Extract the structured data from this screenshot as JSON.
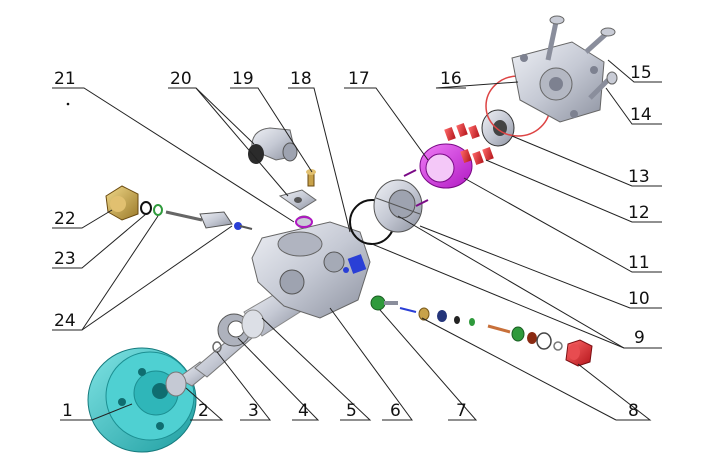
{
  "callouts": [
    {
      "id": "1",
      "label": "1"
    },
    {
      "id": "2",
      "label": "2"
    },
    {
      "id": "3",
      "label": "3"
    },
    {
      "id": "4",
      "label": "4"
    },
    {
      "id": "5",
      "label": "5"
    },
    {
      "id": "6",
      "label": "6"
    },
    {
      "id": "7",
      "label": "7"
    },
    {
      "id": "8",
      "label": "8"
    },
    {
      "id": "9",
      "label": "9"
    },
    {
      "id": "10",
      "label": "10"
    },
    {
      "id": "11",
      "label": "11"
    },
    {
      "id": "12",
      "label": "12"
    },
    {
      "id": "13",
      "label": "13"
    },
    {
      "id": "14",
      "label": "14"
    },
    {
      "id": "15",
      "label": "15"
    },
    {
      "id": "16",
      "label": "16"
    },
    {
      "id": "17",
      "label": "17"
    },
    {
      "id": "18",
      "label": "18"
    },
    {
      "id": "19",
      "label": "19"
    },
    {
      "id": "20",
      "label": "20"
    },
    {
      "id": "21",
      "label": "21"
    },
    {
      "id": "22",
      "label": "22"
    },
    {
      "id": "23",
      "label": "23"
    },
    {
      "id": "24",
      "label": "24"
    }
  ],
  "colors": {
    "pulley": "#3fc6c8",
    "pulley_dark": "#1c8f92",
    "metal": "#c9ccd6",
    "metal_dark": "#8a8e9c",
    "purple_ring": "#d23be0",
    "red_part": "#d9262b",
    "blue_part": "#2a3fd6",
    "green_part": "#2f9a3c",
    "brass": "#c8a24a",
    "gasket_red": "#d44"
  }
}
